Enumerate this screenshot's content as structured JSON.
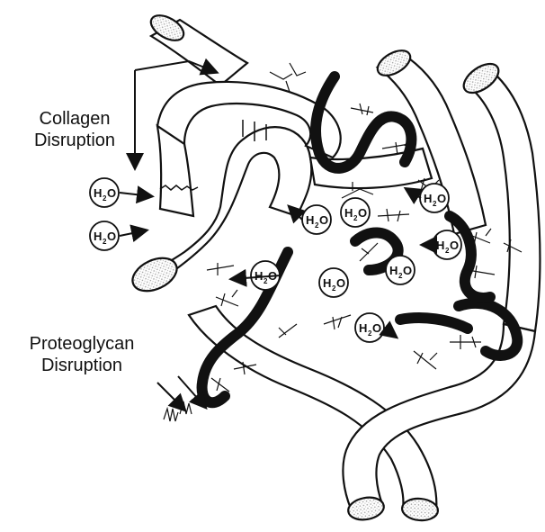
{
  "labels": {
    "collagen_line1": "Collagen",
    "collagen_line2": "Disruption",
    "proteoglycan_line1": "Proteoglycan",
    "proteoglycan_line2": "Disruption"
  },
  "water_molecule": {
    "main": "H",
    "subscript": "2",
    "tail": "O"
  },
  "colors": {
    "ink": "#111111",
    "fibril_fill": "#ffffff",
    "stipple": "#bdbdbd"
  }
}
